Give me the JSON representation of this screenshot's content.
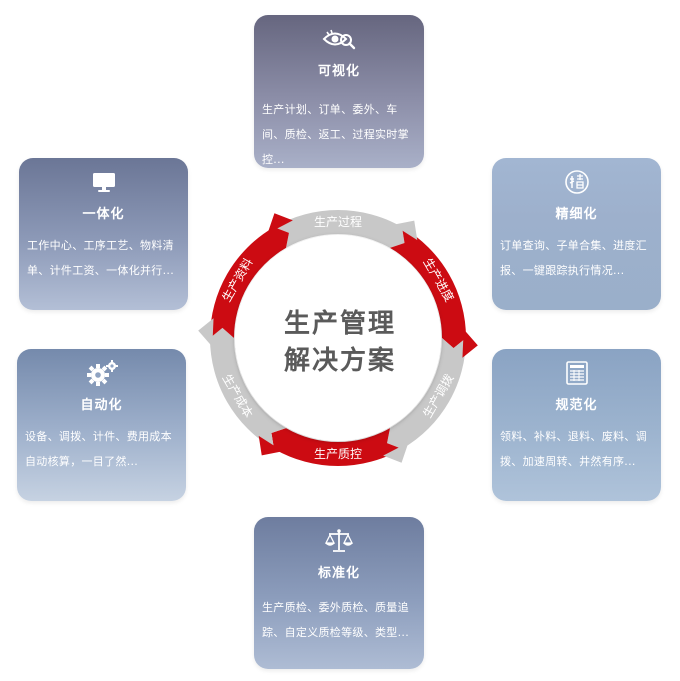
{
  "center": {
    "line1": "生产管理",
    "line2": "解决方案"
  },
  "ring_segments": [
    {
      "label": "生产过程",
      "color": "#c8c8c8"
    },
    {
      "label": "生产进度",
      "color": "#cc0b12"
    },
    {
      "label": "生产调拨",
      "color": "#c8c8c8"
    },
    {
      "label": "生产质控",
      "color": "#cc0b12"
    },
    {
      "label": "生产成本",
      "color": "#c8c8c8"
    },
    {
      "label": "生产资料",
      "color": "#cc0b12"
    }
  ],
  "cards": {
    "top": {
      "icon": "eye-magnifier-icon",
      "title": "可视化",
      "desc": "生产计划、订单、委外、车间、质检、返工、过程实时掌控..."
    },
    "tl": {
      "icon": "monitor-icon",
      "title": "一体化",
      "desc": "工作中心、工序工艺、物料清单、计件工资、一体化并行..."
    },
    "tr": {
      "icon": "fine-circle-icon",
      "title": "精细化",
      "desc": "订单查询、子单合集、进度汇报、一键跟踪执行情况..."
    },
    "bl": {
      "icon": "gears-icon",
      "title": "自动化",
      "desc": "设备、调拨、计件、费用成本自动核算，一目了然..."
    },
    "br": {
      "icon": "form-icon",
      "title": "规范化",
      "desc": "领料、补料、退料、废料、调拨、加速周转、井然有序..."
    },
    "bottom": {
      "icon": "scale-icon",
      "title": "标准化",
      "desc": "生产质检、委外质检、质量追踪、自定义质检等级、类型..."
    }
  }
}
